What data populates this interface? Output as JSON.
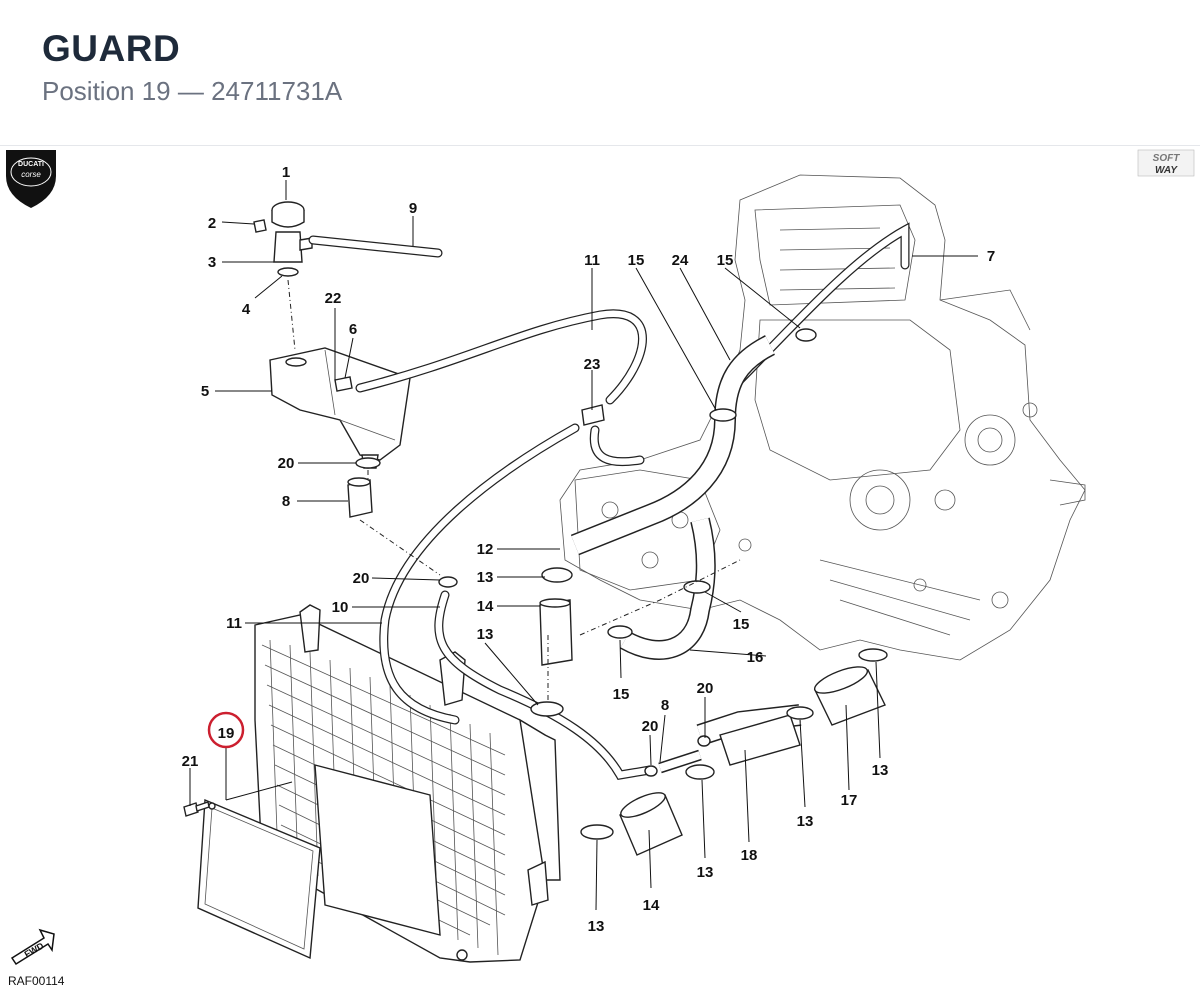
{
  "header": {
    "title": "GUARD",
    "subtitle": "Position 19 — 24711731A"
  },
  "logos": {
    "ducati": "DUCATI corse",
    "softway": "SOFT WAY"
  },
  "fwd_label": "FWD",
  "highlight": {
    "callout": "19",
    "color": "#cc1f2f"
  },
  "callouts": [
    "1",
    "2",
    "3",
    "4",
    "5",
    "6",
    "7",
    "8",
    "9",
    "10",
    "11",
    "12",
    "13",
    "14",
    "15",
    "16",
    "17",
    "18",
    "20",
    "21",
    "22",
    "23",
    "24"
  ],
  "diagram_code": "RAF00114"
}
